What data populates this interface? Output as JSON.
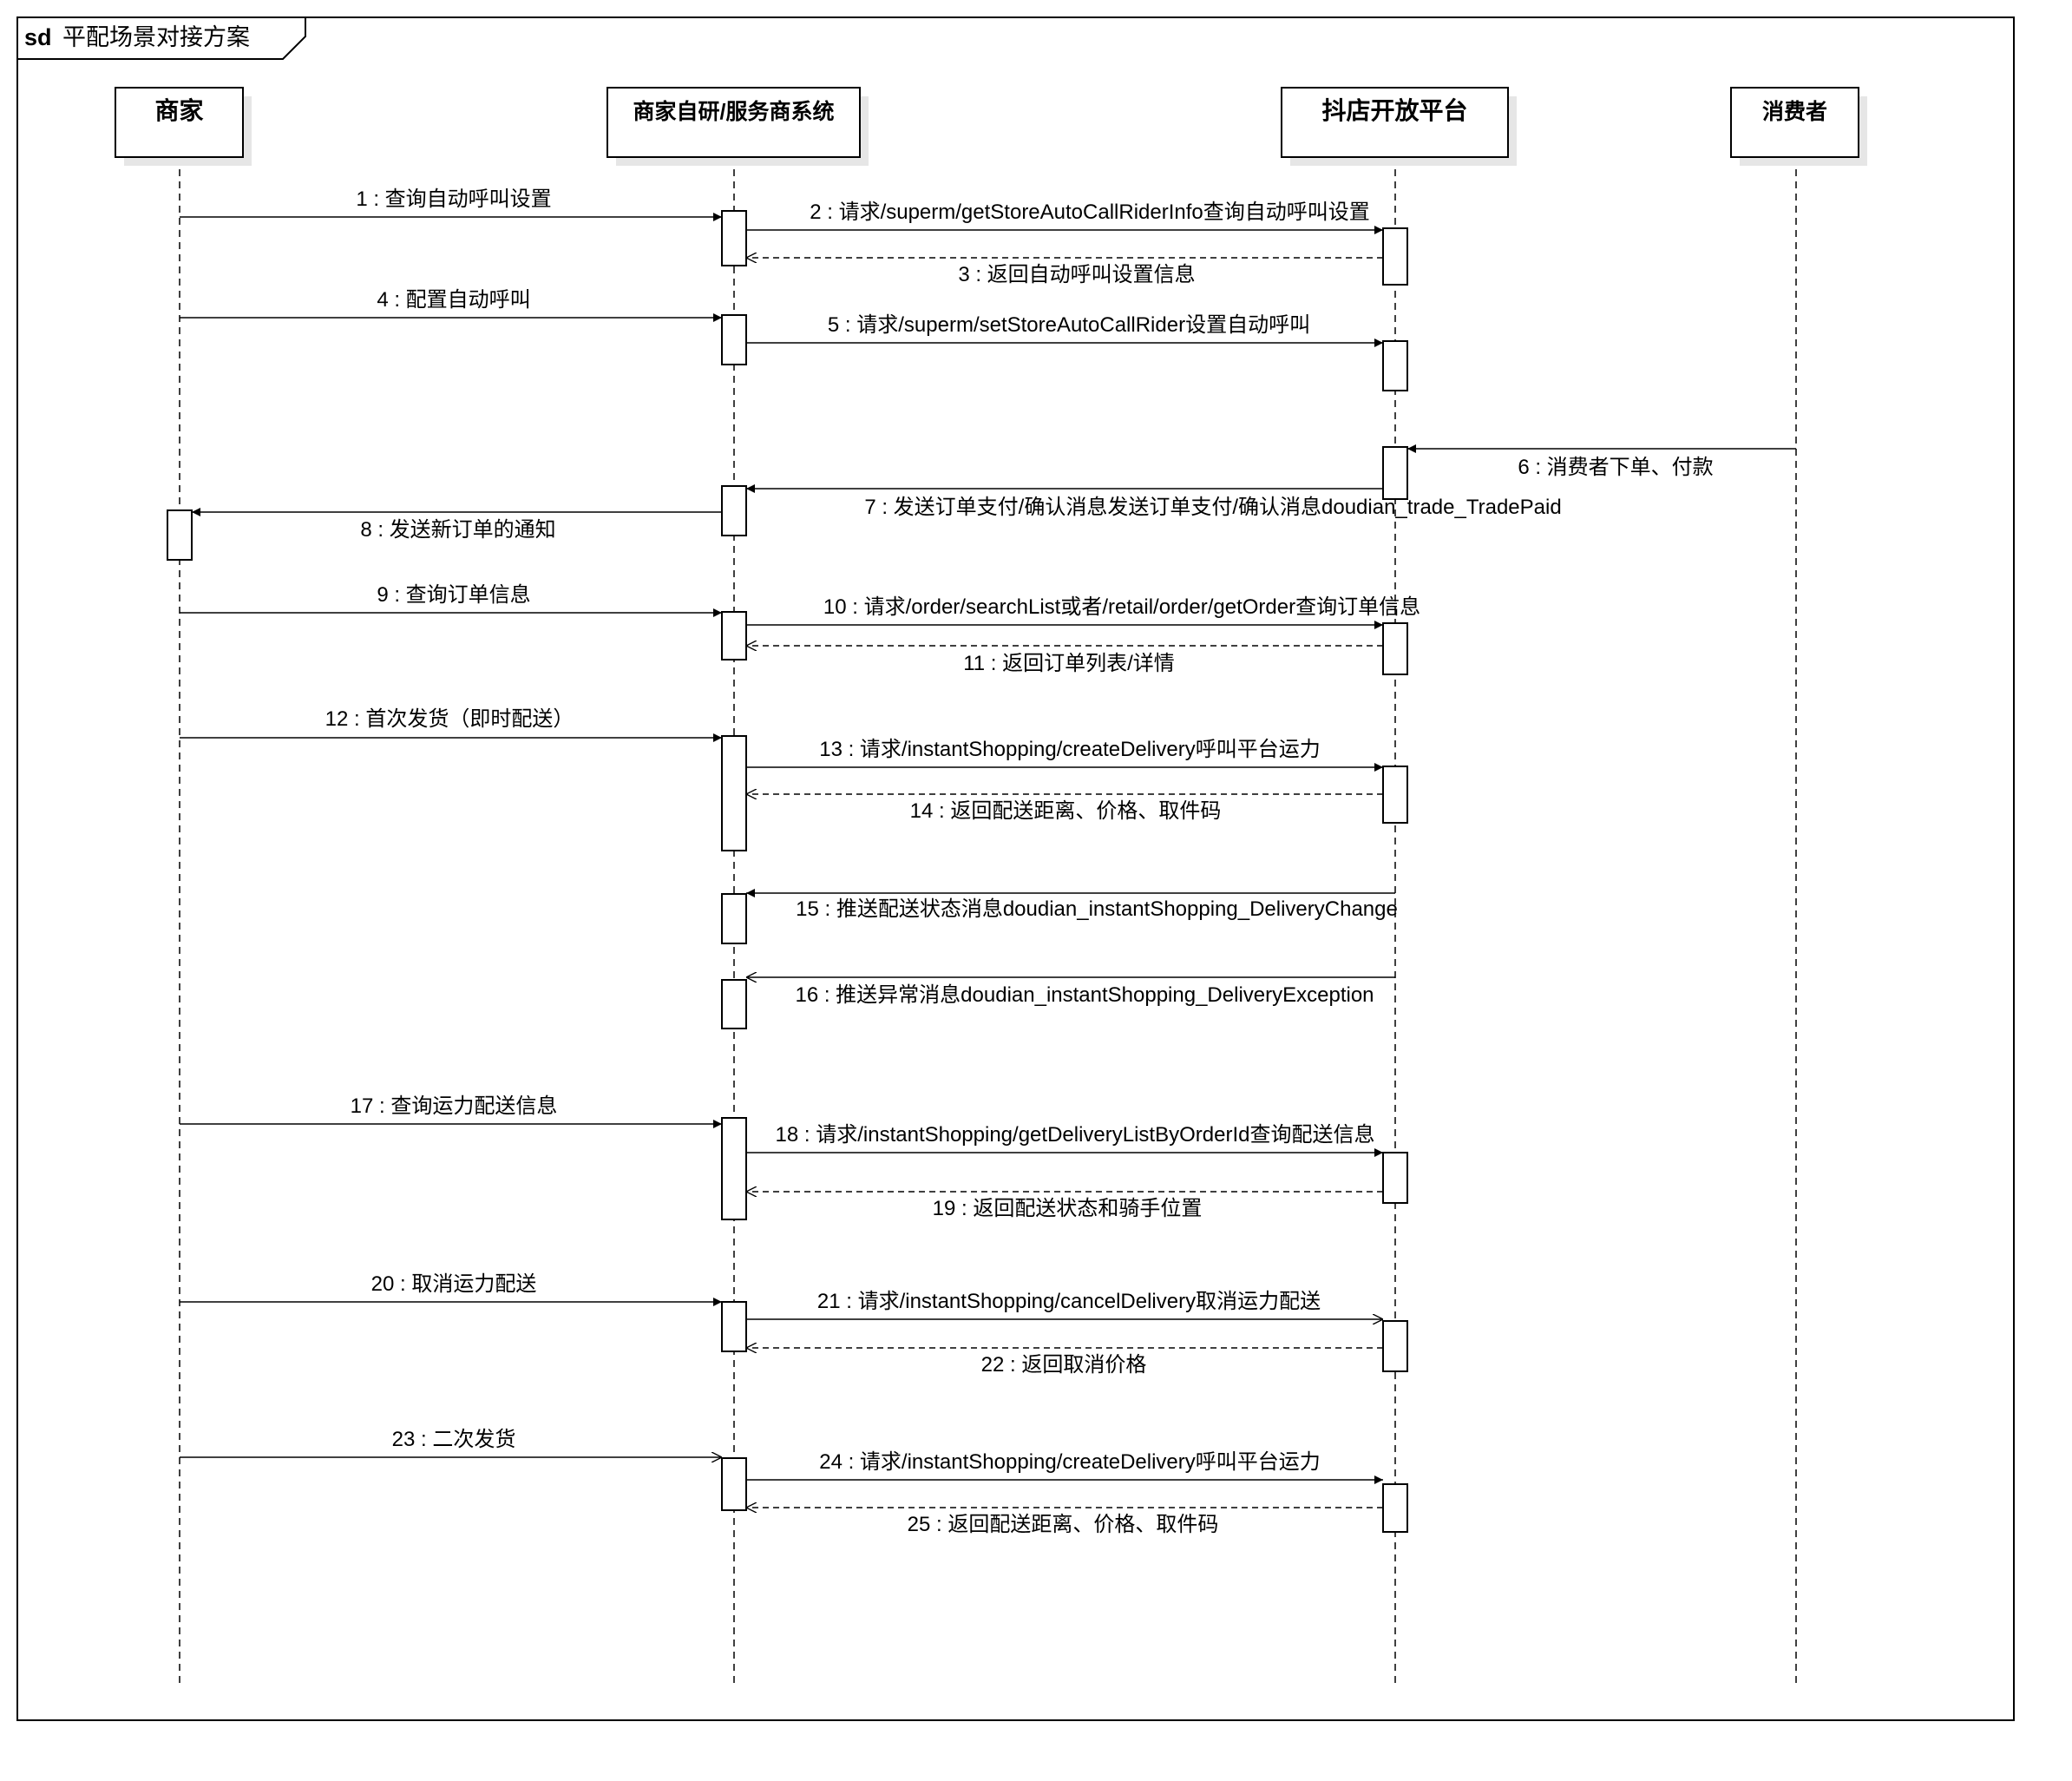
{
  "frame": {
    "keyword": "sd",
    "title": "平配场景对接方案"
  },
  "participants": [
    {
      "id": "merchant",
      "name": "商家"
    },
    {
      "id": "system",
      "name": "商家自研/服务商系统"
    },
    {
      "id": "platform",
      "name": "抖店开放平台"
    },
    {
      "id": "consumer",
      "name": "消费者"
    }
  ],
  "messages": [
    {
      "n": 1,
      "label": "1 : 查询自动呼叫设置",
      "from": "merchant",
      "to": "system",
      "type": "sync"
    },
    {
      "n": 2,
      "label": "2 : 请求/superm/getStoreAutoCallRiderInfo查询自动呼叫设置",
      "from": "system",
      "to": "platform",
      "type": "sync"
    },
    {
      "n": 3,
      "label": "3 : 返回自动呼叫设置信息",
      "from": "platform",
      "to": "system",
      "type": "reply"
    },
    {
      "n": 4,
      "label": "4 : 配置自动呼叫",
      "from": "merchant",
      "to": "system",
      "type": "sync"
    },
    {
      "n": 5,
      "label": "5 : 请求/superm/setStoreAutoCallRider设置自动呼叫",
      "from": "system",
      "to": "platform",
      "type": "sync"
    },
    {
      "n": 6,
      "label": "6 : 消费者下单、付款",
      "from": "consumer",
      "to": "platform",
      "type": "sync"
    },
    {
      "n": 7,
      "label": "7 : 发送订单支付/确认消息发送订单支付/确认消息doudian_trade_TradePaid",
      "from": "platform",
      "to": "system",
      "type": "sync"
    },
    {
      "n": 8,
      "label": "8 : 发送新订单的通知",
      "from": "system",
      "to": "merchant",
      "type": "sync"
    },
    {
      "n": 9,
      "label": "9 : 查询订单信息",
      "from": "merchant",
      "to": "system",
      "type": "sync"
    },
    {
      "n": 10,
      "label": "10 : 请求/order/searchList或者/retail/order/getOrder查询订单信息",
      "from": "system",
      "to": "platform",
      "type": "sync"
    },
    {
      "n": 11,
      "label": "11 : 返回订单列表/详情",
      "from": "platform",
      "to": "system",
      "type": "reply"
    },
    {
      "n": 12,
      "label": "12 : 首次发货（即时配送）",
      "from": "merchant",
      "to": "system",
      "type": "sync"
    },
    {
      "n": 13,
      "label": "13 : 请求/instantShopping/createDelivery呼叫平台运力",
      "from": "system",
      "to": "platform",
      "type": "sync"
    },
    {
      "n": 14,
      "label": "14 : 返回配送距离、价格、取件码",
      "from": "platform",
      "to": "system",
      "type": "reply"
    },
    {
      "n": 15,
      "label": "15 : 推送配送状态消息doudian_instantShopping_DeliveryChange",
      "from": "platform",
      "to": "system",
      "type": "sync"
    },
    {
      "n": 16,
      "label": "16 : 推送异常消息doudian_instantShopping_DeliveryException",
      "from": "platform",
      "to": "system",
      "type": "async"
    },
    {
      "n": 17,
      "label": "17 : 查询运力配送信息",
      "from": "merchant",
      "to": "system",
      "type": "sync"
    },
    {
      "n": 18,
      "label": "18 : 请求/instantShopping/getDeliveryListByOrderId查询配送信息",
      "from": "system",
      "to": "platform",
      "type": "sync"
    },
    {
      "n": 19,
      "label": "19 : 返回配送状态和骑手位置",
      "from": "platform",
      "to": "system",
      "type": "reply"
    },
    {
      "n": 20,
      "label": "20 : 取消运力配送",
      "from": "merchant",
      "to": "system",
      "type": "sync"
    },
    {
      "n": 21,
      "label": "21 : 请求/instantShopping/cancelDelivery取消运力配送",
      "from": "system",
      "to": "platform",
      "type": "async"
    },
    {
      "n": 22,
      "label": "22 : 返回取消价格",
      "from": "platform",
      "to": "system",
      "type": "reply"
    },
    {
      "n": 23,
      "label": "23 : 二次发货",
      "from": "merchant",
      "to": "system",
      "type": "async"
    },
    {
      "n": 24,
      "label": "24 : 请求/instantShopping/createDelivery呼叫平台运力",
      "from": "system",
      "to": "platform",
      "type": "sync"
    },
    {
      "n": 25,
      "label": "25 : 返回配送距离、价格、取件码",
      "from": "platform",
      "to": "system",
      "type": "reply"
    }
  ]
}
